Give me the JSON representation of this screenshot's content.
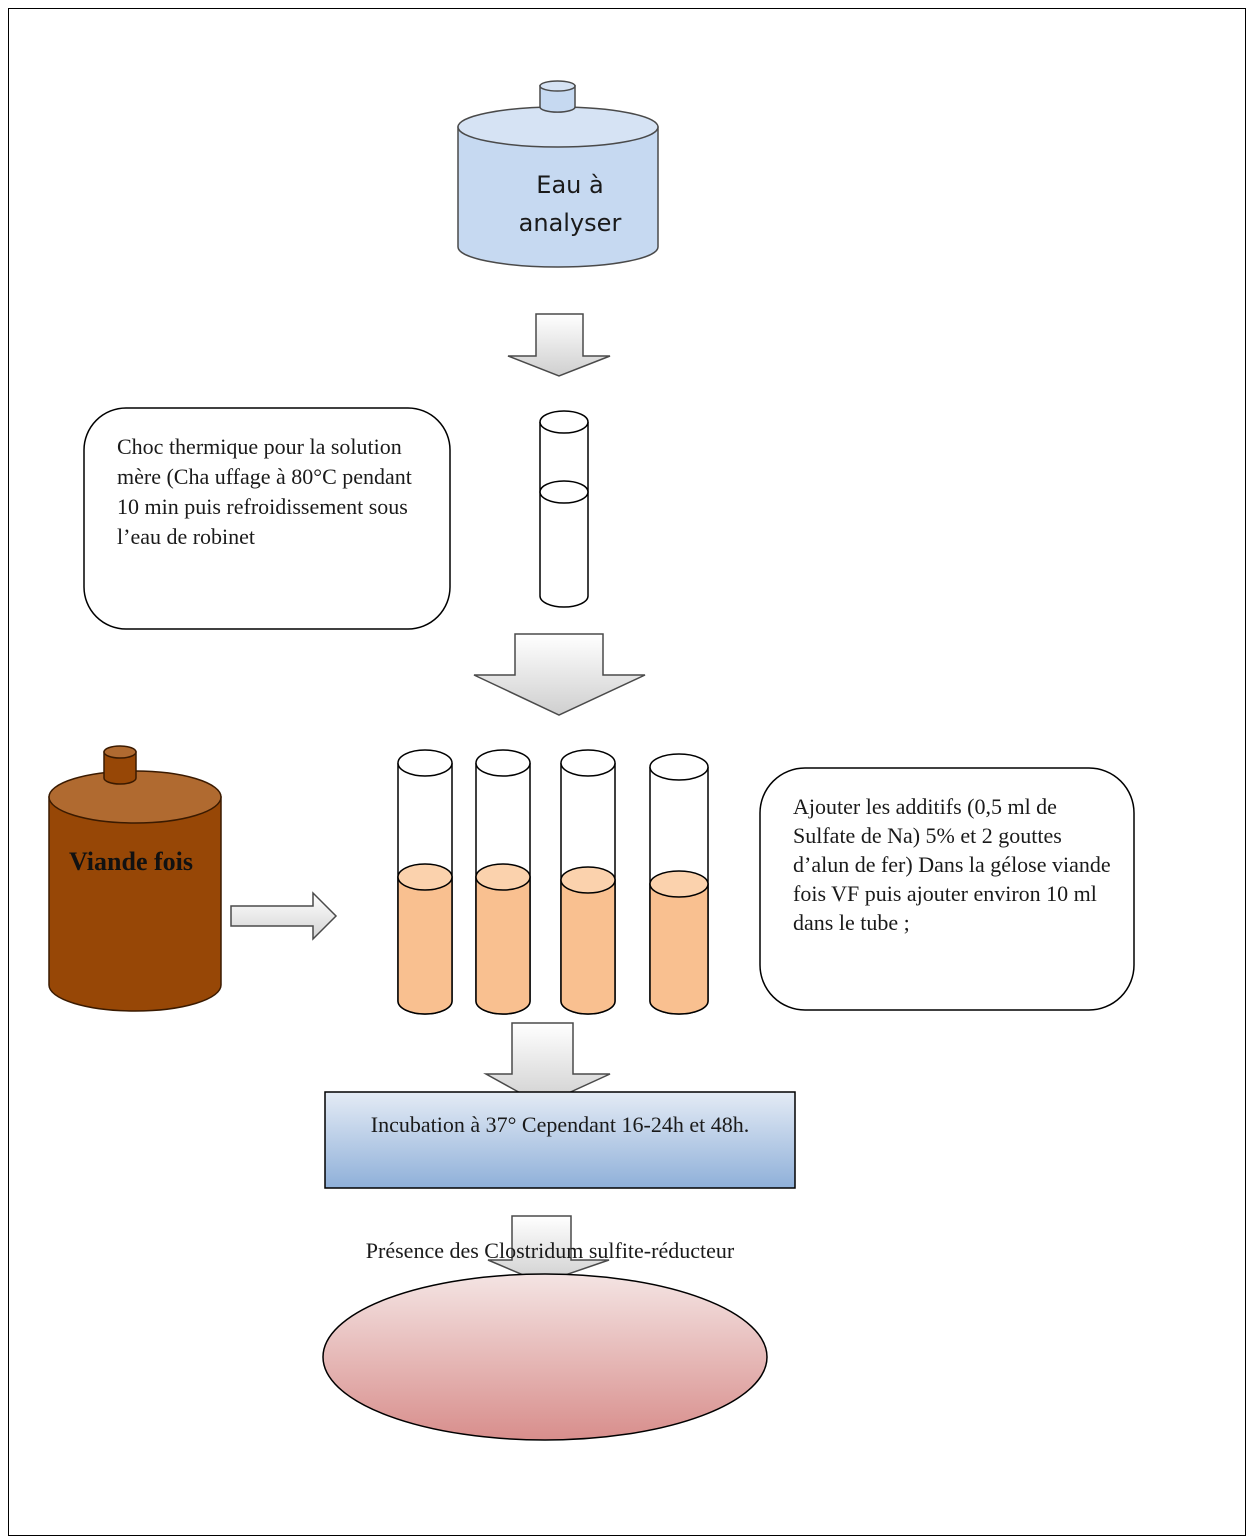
{
  "container_label": "Eau à analyser",
  "heat_shock_note": "Choc thermique pour la solution mère (Cha uffage à  80°C pendant 10 min puis  refroidissement sous l’eau de robinet",
  "medium_bottle_label": "Viande fois",
  "additives_note": "Ajouter les additifs (0,5 ml de Sulfate de Na) 5% et 2 gouttes d’alun de fer) Dans la gélose viande fois VF puis ajouter environ 10 ml dans le tube ;",
  "incubation_step": "Incubation à 37° Cependant 16-24h et 48h.",
  "result": "Présence des Clostridum sulfite-réducteur",
  "colors": {
    "container_fill": "#c6d9f1",
    "bottle_fill": "#974706",
    "bottle_top": "#b06a30",
    "agar_fill": "#f9c090",
    "incubation_gradient": [
      "#dbe5f1",
      "#95b3d7"
    ],
    "result_gradient": [
      "#f2dcdb",
      "#d99694"
    ],
    "arrow_gradient": [
      "#ffffff",
      "#d0d0d0"
    ]
  }
}
